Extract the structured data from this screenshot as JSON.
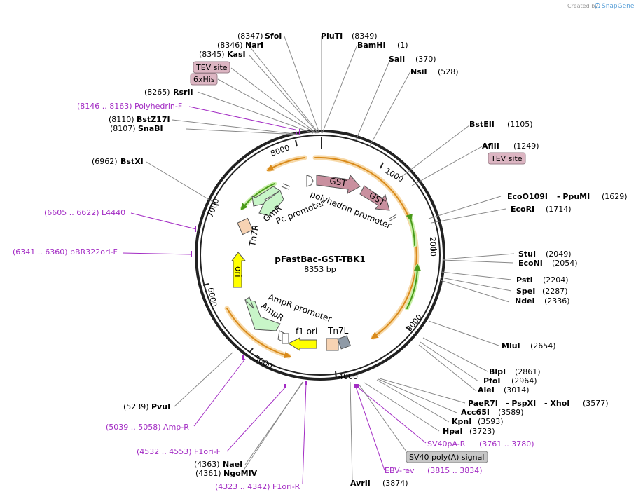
{
  "credit": {
    "text": "Created by",
    "brand": "SnapGene"
  },
  "plasmid": {
    "name": "pFastBac-GST-TBK1",
    "length": "8353 bp"
  },
  "ticks": [
    "1000",
    "2000",
    "3000",
    "4000",
    "5000",
    "6000",
    "7000",
    "8000"
  ],
  "features": {
    "gst1": "GST",
    "gst2": "GST",
    "polyhedrin_promoter": "polyhedrin promoter",
    "gmr": "GmR",
    "pc_promoter": "Pc promoter",
    "tn7r": "Tn7R",
    "ori": "ori",
    "ampr_promoter": "AmpR promoter",
    "ampr": "AmpR",
    "f1ori": "f1 ori",
    "tn7l": "Tn7L"
  },
  "sites": {
    "sfoi": {
      "pos": "(8347)",
      "name": "SfoI"
    },
    "nari": {
      "pos": "(8346)",
      "name": "NarI"
    },
    "kasi": {
      "pos": "(8345)",
      "name": "KasI"
    },
    "rsrii": {
      "pos": "(8265)",
      "name": "RsrII"
    },
    "bstz17i": {
      "pos": "(8110)",
      "name": "BstZ17I"
    },
    "snabi": {
      "pos": "(8107)",
      "name": "SnaBI"
    },
    "bstxi": {
      "pos": "(6962)",
      "name": "BstXI"
    },
    "pvui": {
      "pos": "(5239)",
      "name": "PvuI"
    },
    "naei": {
      "pos": "(4363)",
      "name": "NaeI"
    },
    "ngomiv": {
      "pos": "(4361)",
      "name": "NgoMIV"
    },
    "avrii": {
      "name": "AvrII",
      "pos": "(3874)"
    },
    "plut1": {
      "name": "PluTI",
      "pos": "(8349)"
    },
    "bamhi": {
      "name": "BamHI",
      "pos": "(1)"
    },
    "sali": {
      "name": "SalI",
      "pos": "(370)"
    },
    "nsii": {
      "name": "NsiI",
      "pos": "(528)"
    },
    "bsteii": {
      "name": "BstEII",
      "pos": "(1105)"
    },
    "aflii": {
      "name": "AflII",
      "pos": "(1249)"
    },
    "ecoo109i": {
      "name": "EcoO109I",
      "extra": "- PpuMI",
      "pos": "(1629)"
    },
    "ecori": {
      "name": "EcoRI",
      "pos": "(1714)"
    },
    "stui": {
      "name": "StuI",
      "pos": "(2049)"
    },
    "econi": {
      "name": "EcoNI",
      "pos": "(2054)"
    },
    "psti": {
      "name": "PstI",
      "pos": "(2204)"
    },
    "spei": {
      "name": "SpeI",
      "pos": "(2287)"
    },
    "ndei": {
      "name": "NdeI",
      "pos": "(2336)"
    },
    "mlui": {
      "name": "MluI",
      "pos": "(2654)"
    },
    "blpi": {
      "name": "BlpI",
      "pos": "(2861)"
    },
    "pfoi": {
      "name": "PfoI",
      "pos": "(2964)"
    },
    "alei": {
      "name": "AleI",
      "pos": "(3014)"
    },
    "paer7i": {
      "name": "PaeR7I",
      "extra1": "- PspXI",
      "extra2": "- XhoI",
      "pos": "(3577)"
    },
    "acc65i": {
      "name": "Acc65I",
      "pos": "(3589)"
    },
    "kpni": {
      "name": "KpnI",
      "pos": "(3593)"
    },
    "hpai": {
      "name": "HpaI",
      "pos": "(3723)"
    }
  },
  "primers": {
    "polyhedrin_f": "(8146 .. 8163)  Polyhedrin-F",
    "l4440": "(6605 .. 6622)  L4440",
    "pbr322ori_f": "(6341 .. 6360)  pBR322ori-F",
    "amp_r": "(5039 .. 5058)  Amp-R",
    "f1ori_f": "(4532 .. 4553)  F1ori-F",
    "f1ori_r": "(4323 .. 4342)  F1ori-R",
    "sv40pa_r": "SV40pA-R",
    "sv40pa_r_pos": "(3761 .. 3780)",
    "ebv_rev": "EBV-rev",
    "ebv_rev_pos": "(3815 .. 3834)"
  },
  "boxes": {
    "tev1": "TEV site",
    "sixhis": "6xHis",
    "tev2": "TEV site",
    "sv40": "SV40 poly(A) signal"
  },
  "colors": {
    "primer": "#a32cc4",
    "gst": "#c9909f",
    "gmr": "#c8f5c8",
    "tn7": "#f7d3b3",
    "ori": "#ffff00",
    "ampr": "#c8f5c8",
    "tn7l_dark": "#8f9aa6",
    "box_pink": "#dcb5c2",
    "box_grey": "#c6c6c6",
    "orange": "#d98a1a",
    "green": "#4a9a1a"
  }
}
